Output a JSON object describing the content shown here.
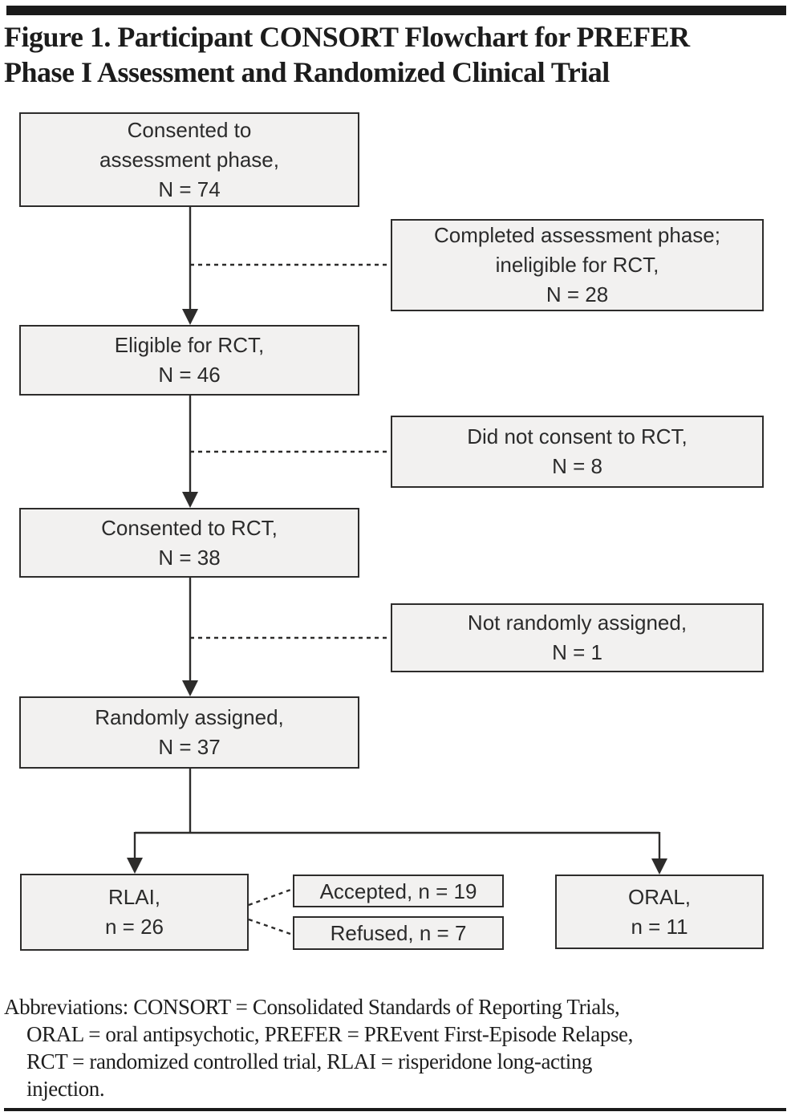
{
  "figure": {
    "title_lines": [
      "Figure 1. Participant CONSORT Flowchart for PREFER",
      "Phase I Assessment and Randomized Clinical Trial"
    ],
    "abbreviation_note_lines": [
      "Abbreviations: CONSORT = Consolidated Standards of Reporting Trials,",
      "ORAL = oral antipsychotic, PREFER = PREvent First-Episode Relapse,",
      "RCT = randomized controlled trial, RLAI = risperidone long-acting",
      "injection."
    ]
  },
  "flowchart": {
    "boxes": {
      "consented_assessment": {
        "lines": [
          "Consented to",
          "assessment phase,",
          "N = 74"
        ]
      },
      "completed_ineligible": {
        "lines": [
          "Completed assessment phase;",
          "ineligible for RCT,",
          "N = 28"
        ]
      },
      "eligible_rct": {
        "lines": [
          "Eligible for RCT,",
          "N = 46"
        ]
      },
      "did_not_consent": {
        "lines": [
          "Did not consent to RCT,",
          "N = 8"
        ]
      },
      "consented_rct": {
        "lines": [
          "Consented to RCT,",
          "N = 38"
        ]
      },
      "not_randomized": {
        "lines": [
          "Not randomly assigned,",
          "N = 1"
        ]
      },
      "randomized": {
        "lines": [
          "Randomly assigned,",
          "N = 37"
        ]
      },
      "rlai": {
        "lines": [
          "RLAI,",
          "n = 26"
        ]
      },
      "accepted": {
        "lines": [
          "Accepted, n = 19"
        ]
      },
      "refused": {
        "lines": [
          "Refused, n = 7"
        ]
      },
      "oral": {
        "lines": [
          "ORAL,",
          "n = 11"
        ]
      }
    }
  },
  "colors": {
    "box_fill": "#f2f1f0",
    "box_border": "#2d2c2b",
    "line_color": "#2d2c2b",
    "text_color": "#262626",
    "rule_color": "#1a1a1a",
    "page_bg": "#ffffff"
  }
}
